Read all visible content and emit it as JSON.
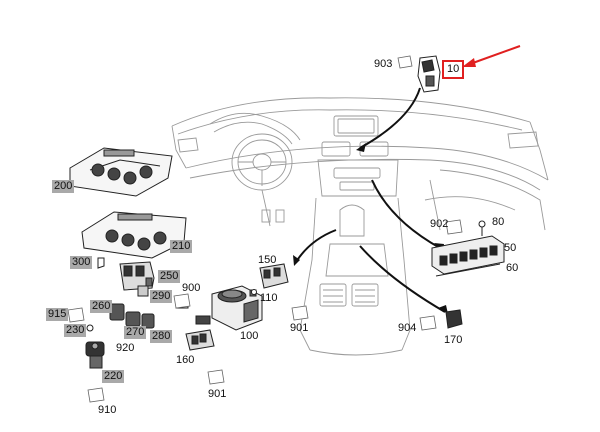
{
  "accent_color": "#e02020",
  "callout_highlight_color": "#a9a9a9",
  "callouts": {
    "c10": "10",
    "c50": "50",
    "c60": "60",
    "c80": "80",
    "c100": "100",
    "c110": "110",
    "c150": "150",
    "c160": "160",
    "c170": "170",
    "c200": "200",
    "c210": "210",
    "c220": "220",
    "c230": "230",
    "c250": "250",
    "c260": "260",
    "c270": "270",
    "c280": "280",
    "c290": "290",
    "c300": "300",
    "c900": "900",
    "c901a": "901",
    "c901b": "901",
    "c902": "902",
    "c903": "903",
    "c904": "904",
    "c910": "910",
    "c915": "915",
    "c920": "920"
  }
}
